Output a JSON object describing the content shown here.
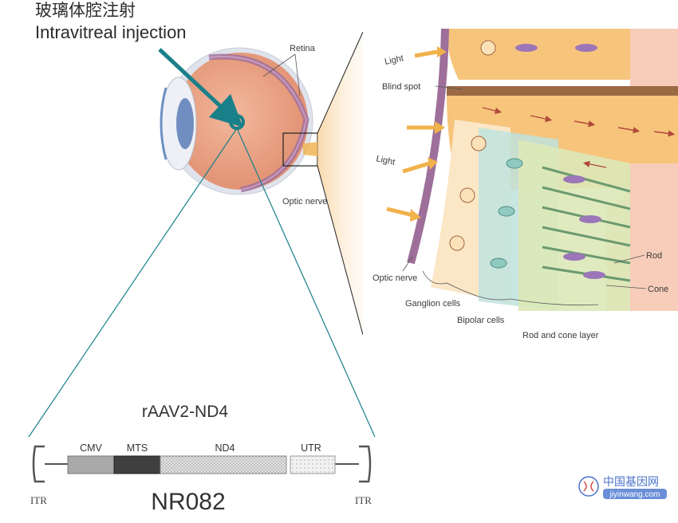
{
  "header": {
    "title_cn": "玻璃体腔注射",
    "title_en": "Intravitreal injection"
  },
  "eye_labels": {
    "retina": "Retina",
    "optic_nerve": "Optic nerve"
  },
  "detail_labels": {
    "light": "Light",
    "blind_spot": "Blind spot",
    "light_2": "Light",
    "optic_nerve": "Optic nerve",
    "ganglion": "Ganglion cells",
    "bipolar": "Bipolar cells",
    "rod_cone_layer": "Rod and cone layer",
    "rod": "Rod",
    "cone": "Cone"
  },
  "construct": {
    "name": "rAAV2-ND4",
    "id": "NR082",
    "itr_left": "ITR",
    "itr_right": "ITR",
    "segments": [
      {
        "label": "CMV",
        "color": "#a9a9a9"
      },
      {
        "label": "MTS",
        "color": "#3f3f3f"
      },
      {
        "label": "ND4",
        "color": "#d4d4d4"
      },
      {
        "label": "UTR",
        "color": "#e6e6e6"
      }
    ]
  },
  "watermark": {
    "cn": "中国基因网",
    "en": "jiyinwang.com"
  },
  "colors": {
    "teal": "#19808a",
    "eye": "#e8a486",
    "retina_purple": "#9d6f9a",
    "light_arrow": "#f0b24a"
  }
}
